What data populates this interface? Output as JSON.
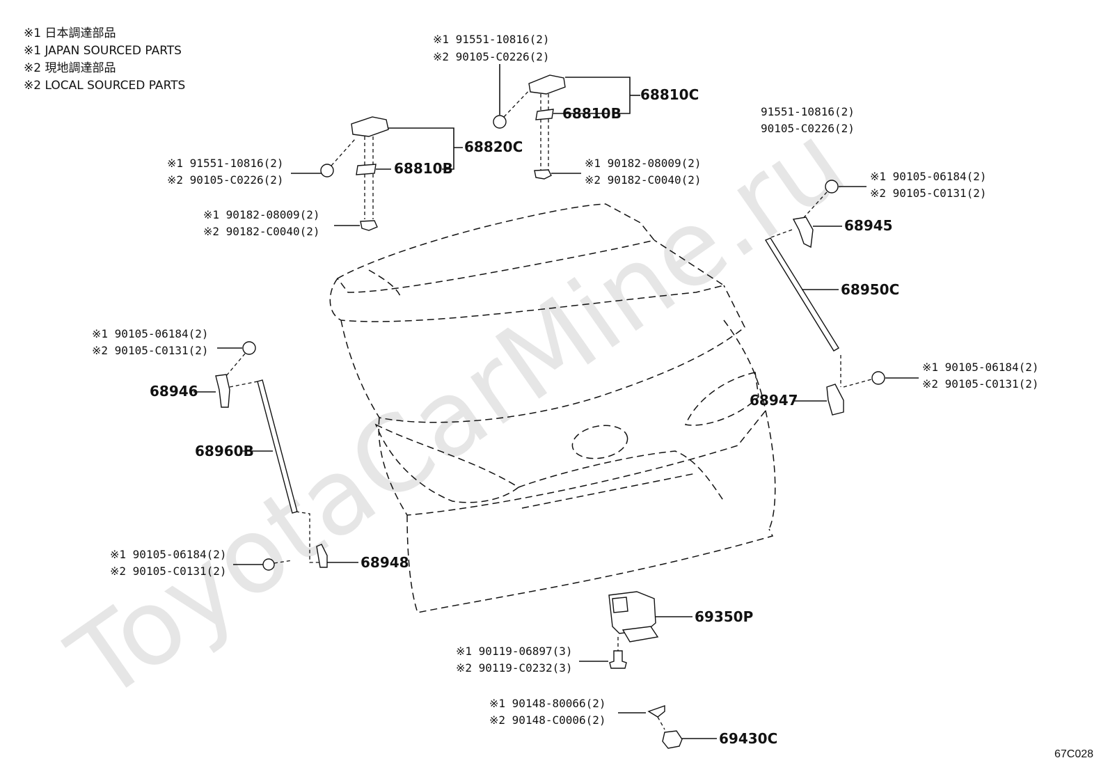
{
  "legend": {
    "line1": "※1 日本調達部品",
    "line2": "※1 JAPAN SOURCED PARTS",
    "line3": "※2 現地調達部品",
    "line4": "※2 LOCAL SOURCED PARTS"
  },
  "watermark": "ToyotaCarMine.ru",
  "diagram_code": "67C028",
  "parts": {
    "p68810C": "68810C",
    "p68810B_r": "68810B",
    "p68820C": "68820C",
    "p68810B_l": "68810B",
    "p68945": "68945",
    "p68950C": "68950C",
    "p68946": "68946",
    "p68960B": "68960B",
    "p68947": "68947",
    "p68948": "68948",
    "p69350P": "69350P",
    "p69430C": "69430C"
  },
  "fasteners": {
    "top_mid_1": "※1 91551-10816(2)",
    "top_mid_2": "※2 90105-C0226(2)",
    "right_plain_1": "91551-10816(2)",
    "right_plain_2": "90105-C0226(2)",
    "left_bolt_1": "※1 91551-10816(2)",
    "left_bolt_2": "※2 90105-C0226(2)",
    "left_nut_1": "※1 90182-08009(2)",
    "left_nut_2": "※2 90182-C0040(2)",
    "right_nut_1": "※1 90182-08009(2)",
    "right_nut_2": "※2 90182-C0040(2)",
    "r_bolt_top_1": "※1 90105-06184(2)",
    "r_bolt_top_2": "※2 90105-C0131(2)",
    "l_bolt_top_1": "※1 90105-06184(2)",
    "l_bolt_top_2": "※2 90105-C0131(2)",
    "r_bolt_low_1": "※1 90105-06184(2)",
    "r_bolt_low_2": "※2 90105-C0131(2)",
    "l_bolt_low_1": "※1 90105-06184(2)",
    "l_bolt_low_2": "※2 90105-C0131(2)",
    "lock_bolt_1": "※1 90119-06897(3)",
    "lock_bolt_2": "※2 90119-C0232(3)",
    "handle_screw_1": "※1 90148-80066(2)",
    "handle_screw_2": "※2 90148-C0006(2)"
  }
}
